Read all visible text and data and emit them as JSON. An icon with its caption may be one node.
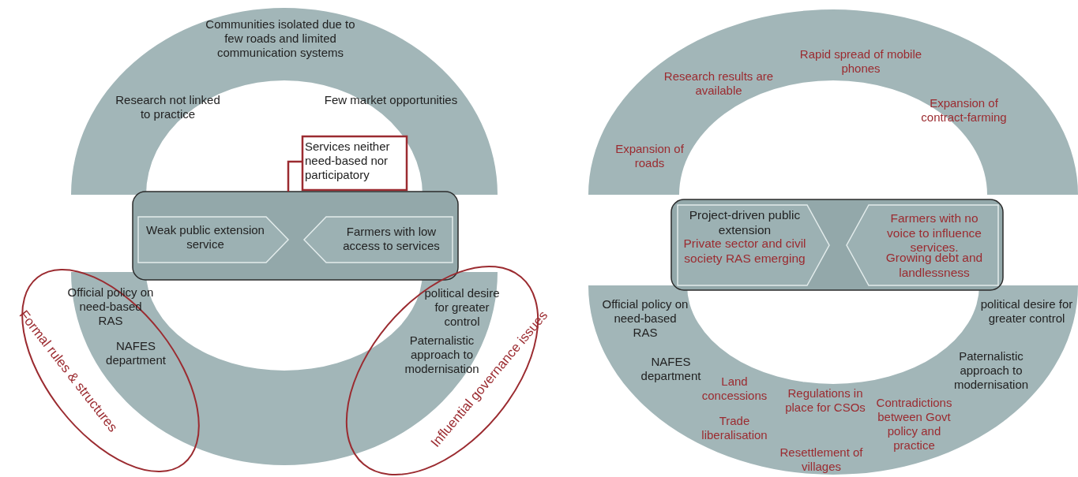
{
  "diagram": {
    "nodes": [
      {
        "text": [
          "Communities isolated due to few roads and limited communication systems",
          "Research not linked to practice",
          "Few market opportunities"
        ]
      },
      {
        "text": [],
        "shape": "box"
      },
      {
        "text": [
          "Weak public extension service"
        ],
        "in": 1
      },
      {
        "text": [
          "Farmers with low access to services"
        ],
        "in": 1
      },
      {
        "text": [
          "Services neither need-based nor participatory"
        ]
      },
      {
        "text": [],
        "shape": "band"
      },
      {
        "text": [
          "Formal rules & structures",
          "Official policy on need-based RAS",
          "NAFES department"
        ]
      },
      {
        "text": [
          "Influential governance issues",
          "political desire for greater control",
          "Paternalistic approach to modernisation"
        ]
      },
      {
        "text": [
          "Rapid spread of mobile phones",
          "Research results are available",
          "Expansion of contract-farming",
          "Expansion of roads"
        ]
      },
      {
        "text": [],
        "shape": "box"
      },
      {
        "text": [
          "Project-driven public extension",
          "Private sector and civil society RAS emerging"
        ],
        "in": 9
      },
      {
        "text": [
          "Farmers with no voice to influence services.",
          "Growing debt and landlessness"
        ],
        "in": 9
      },
      {
        "text": [
          "Official policy on need-based RAS",
          "NAFES department",
          "Land concessions",
          "Trade liberalisation",
          "Regulations in place for CSOs",
          "Resettlement of villages",
          "Contradictions between Govt policy and practice",
          "political desire for greater control",
          "Paternalistic approach to modernisation"
        ]
      }
    ],
    "edges": [
      {
        "from": 4,
        "to": 1,
        "arrow": "none"
      }
    ]
  }
}
